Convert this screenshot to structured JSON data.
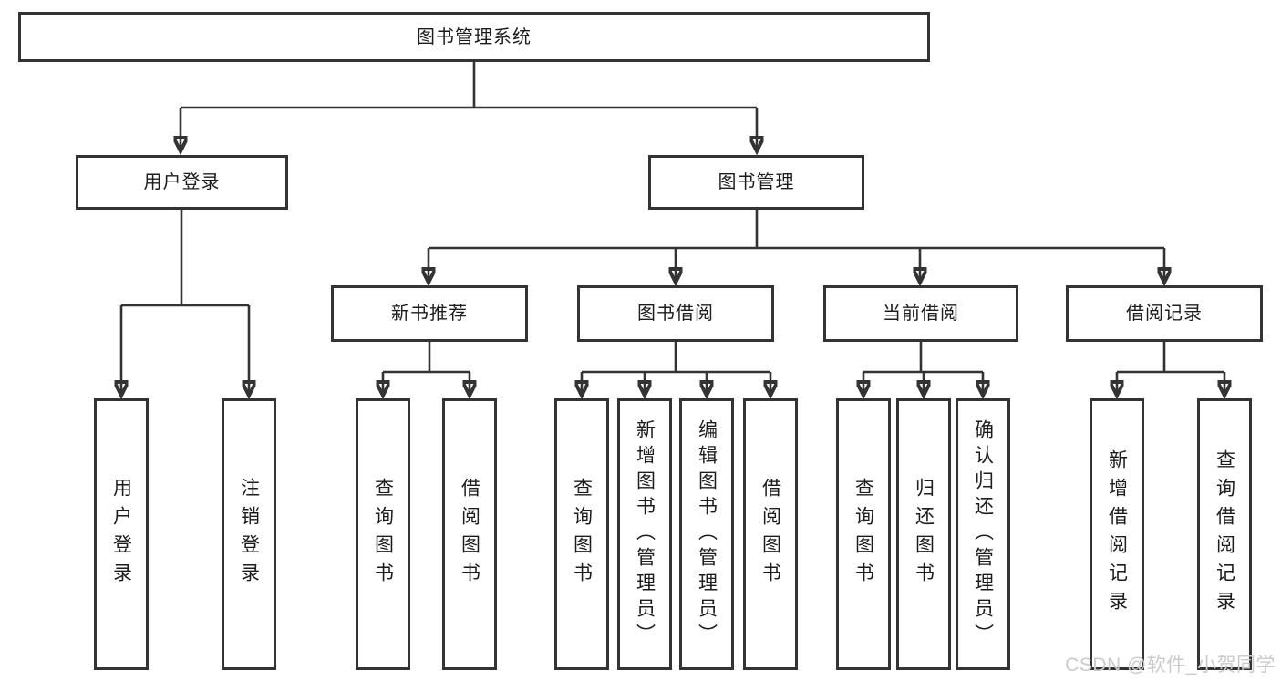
{
  "colors": {
    "line": "#333333",
    "text": "#1c1c1c",
    "background": "#ffffff",
    "watermark": "#cbcbcb"
  },
  "tree": {
    "label": "图书管理系统",
    "children": [
      {
        "label": "用户登录",
        "children": [
          {
            "label": "用户登录"
          },
          {
            "label": "注销登录"
          }
        ]
      },
      {
        "label": "图书管理",
        "children": [
          {
            "label": "新书推荐",
            "children": [
              {
                "label": "查询图书"
              },
              {
                "label": "借阅图书"
              }
            ]
          },
          {
            "label": "图书借阅",
            "children": [
              {
                "label": "查询图书"
              },
              {
                "label": "新增图书（管理员）"
              },
              {
                "label": "编辑图书（管理员）"
              },
              {
                "label": "借阅图书"
              }
            ]
          },
          {
            "label": "当前借阅",
            "children": [
              {
                "label": "查询图书"
              },
              {
                "label": "归还图书"
              },
              {
                "label": "确认归还（管理员）"
              }
            ]
          },
          {
            "label": "借阅记录",
            "children": [
              {
                "label": "新增借阅记录"
              },
              {
                "label": "查询借阅记录"
              }
            ]
          }
        ]
      }
    ]
  },
  "watermark": {
    "text": "CSDN @软件_小贺同学"
  }
}
